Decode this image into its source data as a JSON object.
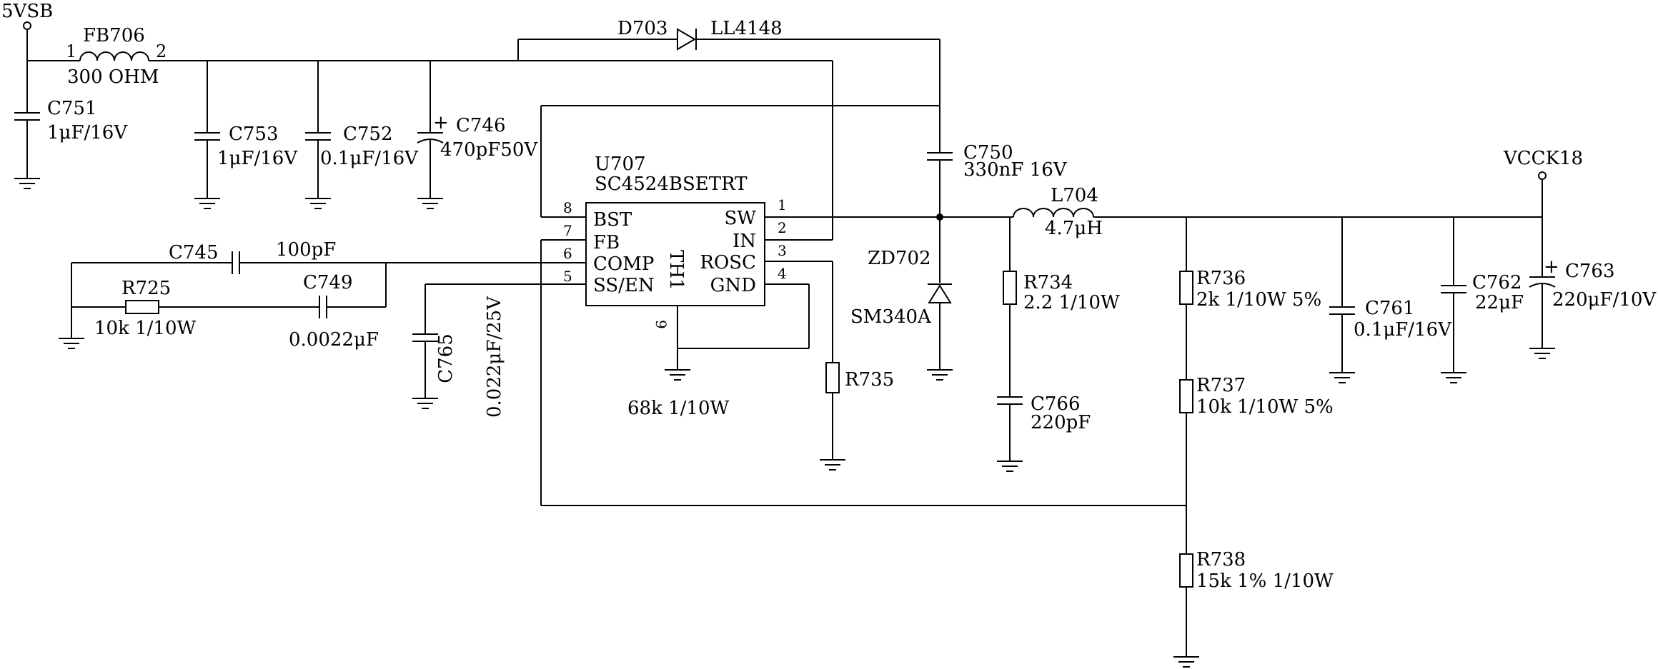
{
  "nets": {
    "input": "5VSB",
    "output": "VCCK18"
  },
  "ferrite": {
    "ref": "FB706",
    "value": "300 OHM",
    "pin1": "1",
    "pin2": "2"
  },
  "diode": {
    "ref": "D703",
    "part": "LL4148"
  },
  "zener": {
    "ref": "ZD702",
    "part": "SM340A"
  },
  "ic": {
    "ref": "U707",
    "part": "SC4524BSETRT",
    "pins": [
      {
        "num": "8",
        "name": "BST"
      },
      {
        "num": "7",
        "name": "FB"
      },
      {
        "num": "6",
        "name": "COMP"
      },
      {
        "num": "5",
        "name": "SS/EN"
      },
      {
        "num": "1",
        "name": "SW"
      },
      {
        "num": "2",
        "name": "IN"
      },
      {
        "num": "3",
        "name": "ROSC"
      },
      {
        "num": "4",
        "name": "GND"
      }
    ],
    "thermal": {
      "name": "TH1",
      "num": "9"
    }
  },
  "caps": {
    "c751": {
      "ref": "C751",
      "value": "1μF/16V"
    },
    "c753": {
      "ref": "C753",
      "value": "1μF/16V"
    },
    "c752": {
      "ref": "C752",
      "value": "0.1μF/16V"
    },
    "c746": {
      "ref": "C746",
      "value": "470pF50V",
      "pol": "+"
    },
    "c750": {
      "ref": "C750",
      "value": "330nF 16V"
    },
    "c745": {
      "ref": "C745",
      "value": "100pF"
    },
    "c749": {
      "ref": "C749",
      "value": "0.0022μF"
    },
    "c765": {
      "ref": "C765",
      "value": "0.022μF/25V"
    },
    "c766": {
      "ref": "C766",
      "value": "220pF"
    },
    "c761": {
      "ref": "C761",
      "value": "0.1μF/16V"
    },
    "c762": {
      "ref": "C762",
      "value": "22μF"
    },
    "c763": {
      "ref": "C763",
      "value": "220μF/10V",
      "pol": "+"
    }
  },
  "resistors": {
    "r725": {
      "ref": "R725",
      "value": "10k 1/10W"
    },
    "r735": {
      "ref": "R735",
      "value": "68k 1/10W"
    },
    "r734": {
      "ref": "R734",
      "value": "2.2 1/10W"
    },
    "r736": {
      "ref": "R736",
      "value": "2k 1/10W 5%"
    },
    "r737": {
      "ref": "R737",
      "value": "10k 1/10W 5%"
    },
    "r738": {
      "ref": "R738",
      "value": "15k  1% 1/10W"
    }
  },
  "inductor": {
    "ref": "L704",
    "value": "4.7μH"
  }
}
